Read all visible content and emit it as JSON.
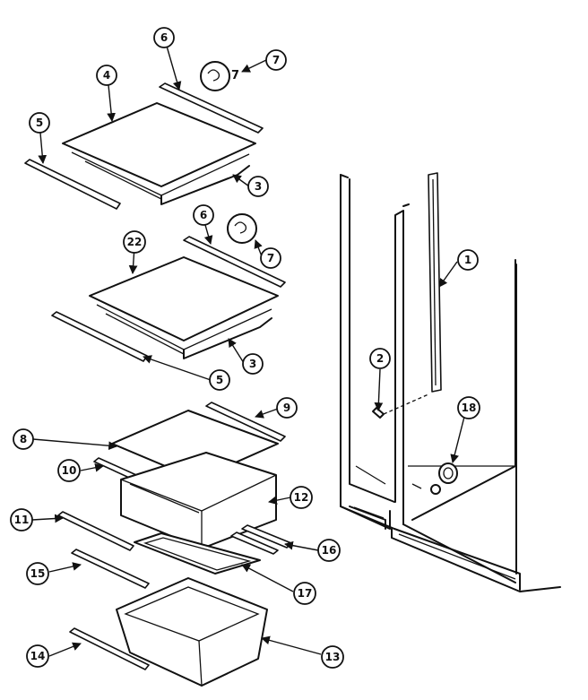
{
  "callouts": {
    "c1": "1",
    "c2": "2",
    "c3a": "3",
    "c3b": "3",
    "c4": "4",
    "c5a": "5",
    "c5b": "5",
    "c6a": "6",
    "c6b": "6",
    "c7a": "7",
    "c7b": "7",
    "c8": "8",
    "c9": "9",
    "c10": "10",
    "c11": "11",
    "c12": "12",
    "c13": "13",
    "c14": "14",
    "c15": "15",
    "c16": "16",
    "c17": "17",
    "c18": "18",
    "c22": "22"
  },
  "clip_tag_text": "7"
}
